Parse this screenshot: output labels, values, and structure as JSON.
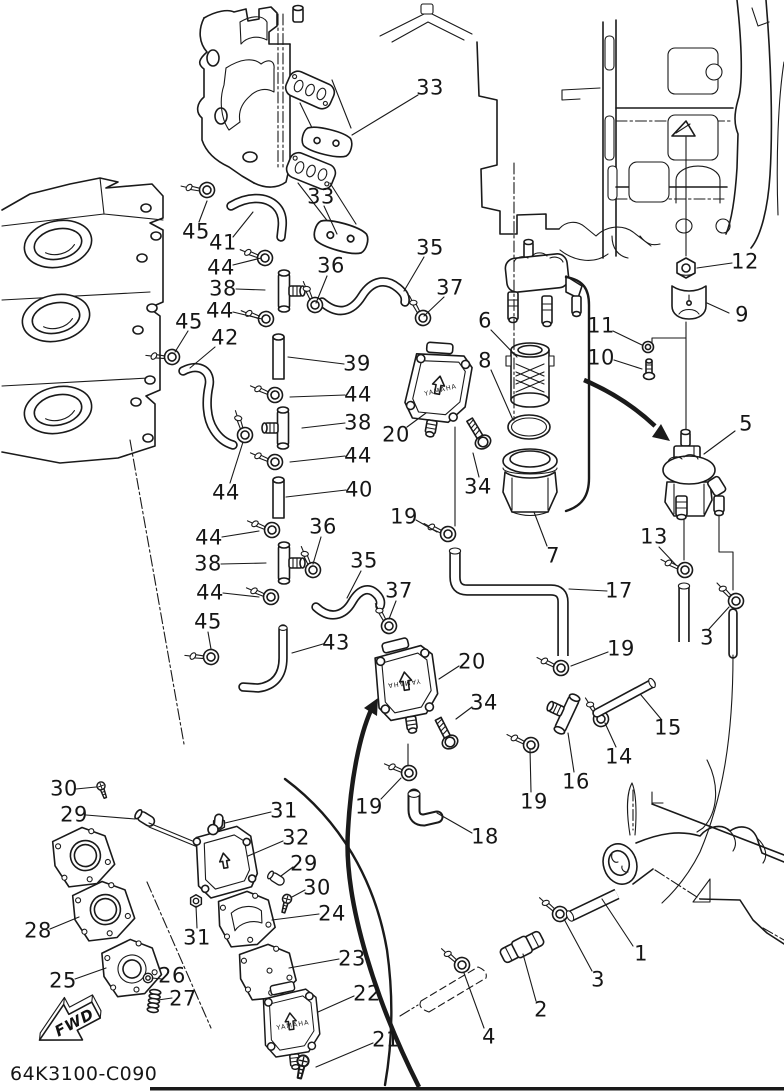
{
  "diagram": {
    "code": "64K3100-C090",
    "fwd_label": "FWD",
    "brand_label": "YAMAHA"
  },
  "callouts": [
    {
      "n": "33"
    },
    {
      "n": "33"
    },
    {
      "n": "45"
    },
    {
      "n": "41"
    },
    {
      "n": "44"
    },
    {
      "n": "38"
    },
    {
      "n": "36"
    },
    {
      "n": "44"
    },
    {
      "n": "45"
    },
    {
      "n": "42"
    },
    {
      "n": "35"
    },
    {
      "n": "37"
    },
    {
      "n": "39"
    },
    {
      "n": "44"
    },
    {
      "n": "38"
    },
    {
      "n": "44"
    },
    {
      "n": "40"
    },
    {
      "n": "20"
    },
    {
      "n": "44"
    },
    {
      "n": "6"
    },
    {
      "n": "8"
    },
    {
      "n": "34"
    },
    {
      "n": "7"
    },
    {
      "n": "19"
    },
    {
      "n": "17"
    },
    {
      "n": "12"
    },
    {
      "n": "9"
    },
    {
      "n": "11"
    },
    {
      "n": "10"
    },
    {
      "n": "5"
    },
    {
      "n": "13"
    },
    {
      "n": "3"
    },
    {
      "n": "44"
    },
    {
      "n": "36"
    },
    {
      "n": "38"
    },
    {
      "n": "35"
    },
    {
      "n": "44"
    },
    {
      "n": "37"
    },
    {
      "n": "45"
    },
    {
      "n": "43"
    },
    {
      "n": "20"
    },
    {
      "n": "34"
    },
    {
      "n": "19"
    },
    {
      "n": "15"
    },
    {
      "n": "14"
    },
    {
      "n": "16"
    },
    {
      "n": "19"
    },
    {
      "n": "18"
    },
    {
      "n": "19"
    },
    {
      "n": "30"
    },
    {
      "n": "29"
    },
    {
      "n": "31"
    },
    {
      "n": "32"
    },
    {
      "n": "29"
    },
    {
      "n": "30"
    },
    {
      "n": "28"
    },
    {
      "n": "31"
    },
    {
      "n": "24"
    },
    {
      "n": "23"
    },
    {
      "n": "25"
    },
    {
      "n": "26"
    },
    {
      "n": "27"
    },
    {
      "n": "22"
    },
    {
      "n": "21"
    },
    {
      "n": "1"
    },
    {
      "n": "3"
    },
    {
      "n": "2"
    },
    {
      "n": "4"
    }
  ]
}
